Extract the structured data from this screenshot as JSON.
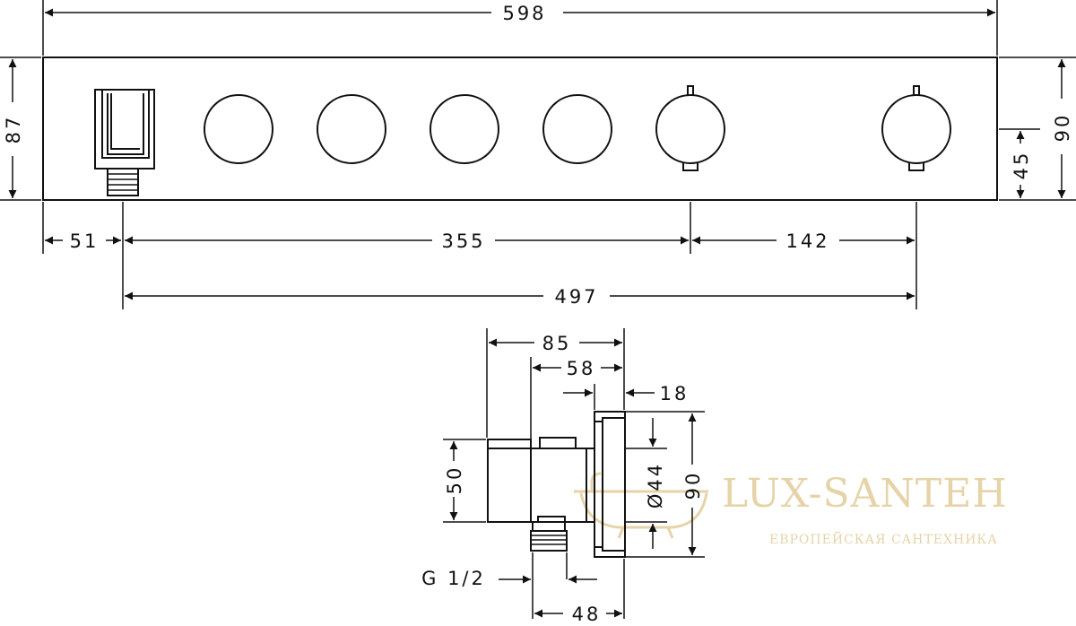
{
  "drawing": {
    "front_view": {
      "width_overall": "598",
      "height_left": "87",
      "height_right": "90",
      "height_axis": "45",
      "offset_left": "51",
      "spacing_main": "355",
      "spacing_right": "142",
      "span_total": "497"
    },
    "side_view": {
      "depth_total": "85",
      "depth_body": "58",
      "plate": "18",
      "height_outlet": "50",
      "diameter": "Ø44",
      "height_plate": "90",
      "thread": "G 1/2",
      "thread_width": "48"
    }
  },
  "watermark": {
    "brand": "LUX-SANTEH",
    "tagline": "ЕВРОПЕЙСКАЯ САНТЕХНИКА",
    "color": "#e6d3a8"
  }
}
